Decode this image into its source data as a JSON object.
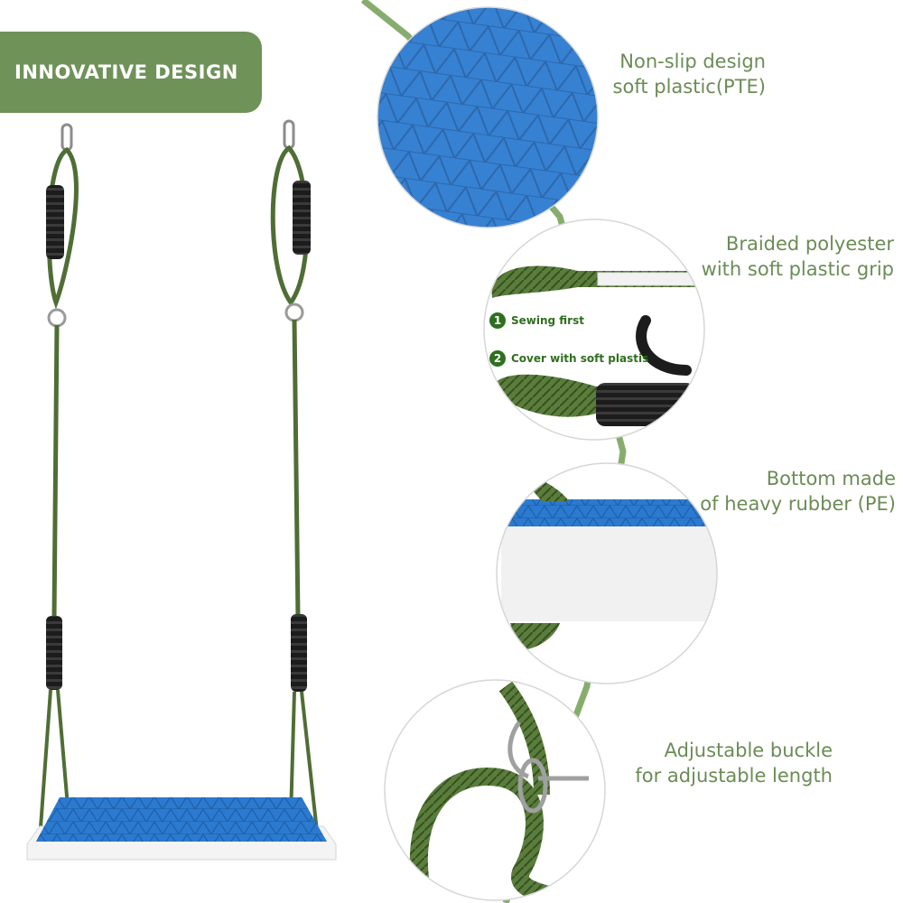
{
  "banner": {
    "title": "INNOVATIVE DESIGN"
  },
  "features": [
    {
      "lines": [
        "Non-slip design",
        "soft plastic(PTE)"
      ]
    },
    {
      "lines": [
        "Braided polyester",
        "with soft plastic grip"
      ]
    },
    {
      "lines": [
        "Bottom made",
        "of heavy rubber (PE)"
      ]
    },
    {
      "lines": [
        "Adjustable buckle",
        "for adjustable length"
      ]
    }
  ],
  "steps": [
    {
      "number": "1",
      "text": "Sewing first"
    },
    {
      "number": "2",
      "text": "Cover with soft plastis"
    }
  ],
  "colors": {
    "accent_green": "#6e9258",
    "text_green": "#6b8c55",
    "rope_green": "#4f6e35",
    "seat_blue": "#2b7ad0",
    "grip_black": "#1c1c1c",
    "seat_white": "#f4f4f4"
  }
}
